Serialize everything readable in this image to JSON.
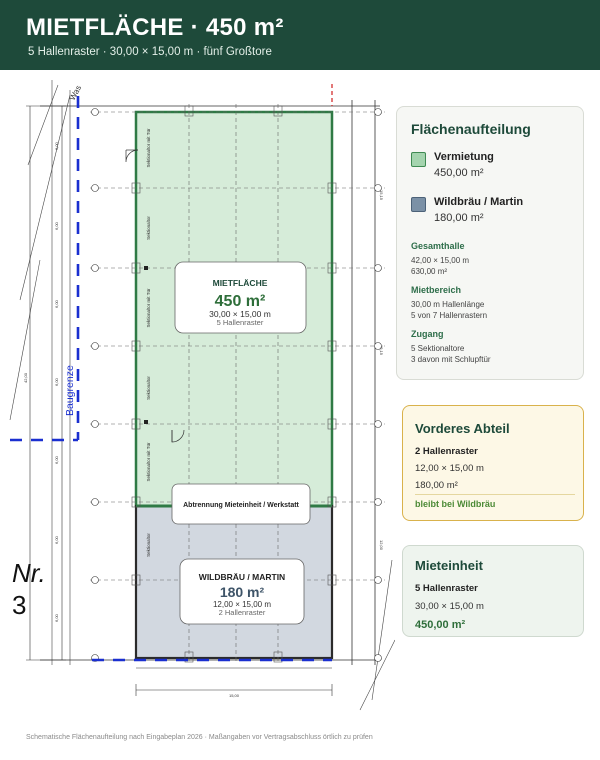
{
  "header": {
    "title": "MIETFLÄCHE · 450 m²",
    "subtitle": "5 Hallenraster · 30,00 × 15,00 m · fünf Großtore"
  },
  "plan": {
    "was_label": "Was",
    "baugrenze_label": "Baugrenze",
    "nr_label": "Nr.",
    "nr_number": "3",
    "doors": [
      "Sektionaltor mit Tür",
      "Sektionaltor",
      "Sektionaltor mit Tür",
      "Sektionaltor",
      "Sektionaltor mit Tür",
      "Sektionaltor"
    ],
    "partition_label": "Abtrennung Mieteinheit / Werkstatt",
    "miet_box": {
      "title": "MIETFLÄCHE",
      "area": "450 m²",
      "dims": "30,00 × 15,00 m",
      "grid": "5 Hallenraster"
    },
    "wild_box": {
      "title": "WILDBRÄU / MARTIN",
      "area": "180 m²",
      "dims": "12,00 × 15,00 m",
      "grid": "2 Hallenraster"
    },
    "dims": {
      "left_total": "42,00",
      "left_segments": [
        "6,00",
        "6,00",
        "6,00",
        "6,00",
        "6,00",
        "6,00",
        "6,00"
      ],
      "bottom": "15,00",
      "right_upper": "15,15",
      "right_mid": "15,15",
      "right_lower": "12,00"
    },
    "colors": {
      "miet_fill": "#d6ecd9",
      "miet_border": "#2f7a45",
      "wild_fill": "#d2d8e0",
      "blue": "#1a2fd0"
    }
  },
  "legend": {
    "title": "Flächenaufteilung",
    "items": [
      {
        "name": "Vermietung",
        "value": "450,00 m²",
        "color": "#a4d4ae"
      },
      {
        "name": "Wildbräu / Martin",
        "value": "180,00 m²",
        "color": "#7b91a6"
      }
    ],
    "sections": [
      {
        "heading": "Gesamthalle",
        "lines": [
          "42,00 × 15,00 m",
          "630,00 m²"
        ]
      },
      {
        "heading": "Mietbereich",
        "lines": [
          "30,00 m Hallenlänge",
          "5 von 7 Hallenrastern"
        ]
      },
      {
        "heading": "Zugang",
        "lines": [
          "5 Sektionaltore",
          "3 davon mit Schlupftür"
        ]
      }
    ]
  },
  "front_card": {
    "title": "Vorderes Abteil",
    "line1": "2 Hallenraster",
    "line2": "12,00 × 15,00 m",
    "line3": "180,00 m²",
    "note": "bleibt bei Wildbräu"
  },
  "unit_card": {
    "title": "Mieteinheit",
    "line1": "5 Hallenraster",
    "line2": "30,00 × 15,00 m",
    "line3": "450,00 m²"
  },
  "footer": "Schematische Flächenaufteilung nach Eingabeplan 2026 · Maßangaben vor Vertragsabschluss örtlich zu prüfen"
}
